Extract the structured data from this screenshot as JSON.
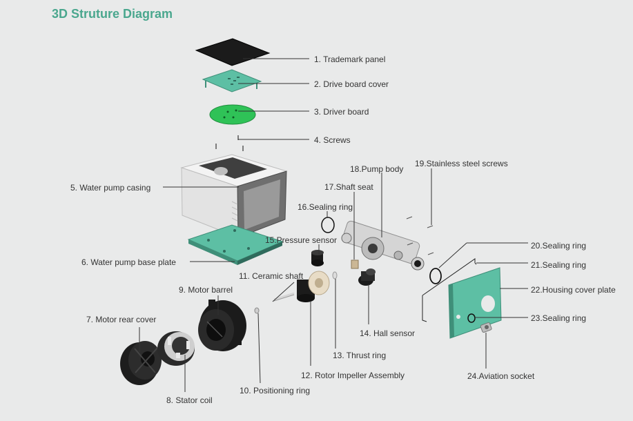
{
  "title": "3D Struture Diagram",
  "colors": {
    "title": "#4aa78e",
    "background": "#e9eaea",
    "teal_part": "#5dbfa4",
    "green_board": "#2fc257",
    "leader_line": "#333333"
  },
  "labels": {
    "l1": "1. Trademark panel",
    "l2": "2. Drive board cover",
    "l3": "3. Driver board",
    "l4": "4. Screws",
    "l5": "5. Water pump casing",
    "l6": "6. Water pump base plate",
    "l7": "7. Motor rear cover",
    "l8": "8. Stator coil",
    "l9": "9. Motor barrel",
    "l10": "10. Positioning ring",
    "l11": "11. Ceramic shaft",
    "l12": "12. Rotor Impeller Assembly",
    "l13": "13. Thrust ring",
    "l14": "14. Hall sensor",
    "l15": "15.Pressure sensor",
    "l16": "16.Sealing ring",
    "l17": "17.Shaft seat",
    "l18": "18.Pump body",
    "l19": "19.Stainless steel screws",
    "l20": "20.Sealing ring",
    "l21": "21.Sealing ring",
    "l22": "22.Housing cover plate",
    "l23": "23.Sealing ring",
    "l24": "24.Aviation socket"
  }
}
